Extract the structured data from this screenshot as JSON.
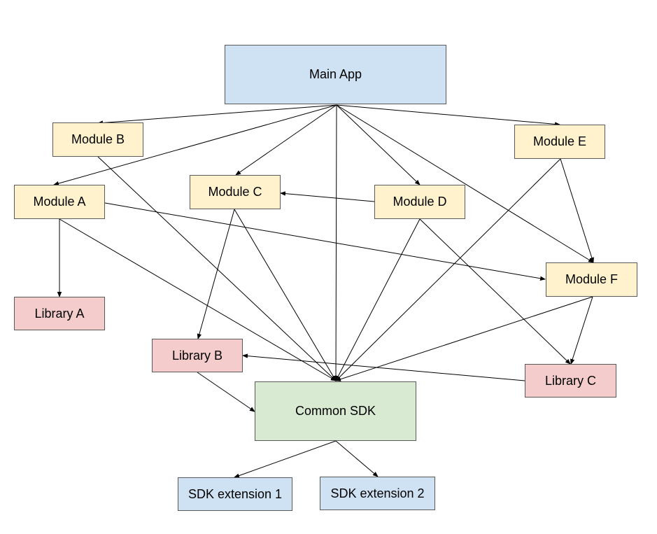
{
  "colors": {
    "app_and_extensions": "#cfe2f3",
    "module": "#fff2cc",
    "library": "#f4cccc",
    "common_sdk": "#d9ead3",
    "edge": "#000000",
    "border": "#595959"
  },
  "nodes": {
    "main_app": {
      "label": "Main App",
      "kind": "app_and_extensions"
    },
    "module_b": {
      "label": "Module B",
      "kind": "module"
    },
    "module_e": {
      "label": "Module E",
      "kind": "module"
    },
    "module_a": {
      "label": "Module A",
      "kind": "module"
    },
    "module_c": {
      "label": "Module C",
      "kind": "module"
    },
    "module_d": {
      "label": "Module D",
      "kind": "module"
    },
    "module_f": {
      "label": "Module F",
      "kind": "module"
    },
    "library_a": {
      "label": "Library A",
      "kind": "library"
    },
    "library_b": {
      "label": "Library B",
      "kind": "library"
    },
    "library_c": {
      "label": "Library C",
      "kind": "library"
    },
    "common_sdk": {
      "label": "Common SDK",
      "kind": "common_sdk"
    },
    "sdk_ext_1": {
      "label": "SDK extension 1",
      "kind": "app_and_extensions"
    },
    "sdk_ext_2": {
      "label": "SDK extension 2",
      "kind": "app_and_extensions"
    }
  },
  "edges": [
    {
      "from": "main_app",
      "to": "module_b"
    },
    {
      "from": "main_app",
      "to": "module_a"
    },
    {
      "from": "main_app",
      "to": "module_c"
    },
    {
      "from": "main_app",
      "to": "common_sdk"
    },
    {
      "from": "main_app",
      "to": "module_d"
    },
    {
      "from": "main_app",
      "to": "module_f"
    },
    {
      "from": "main_app",
      "to": "module_e"
    },
    {
      "from": "module_b",
      "to": "common_sdk"
    },
    {
      "from": "module_e",
      "to": "common_sdk"
    },
    {
      "from": "module_e",
      "to": "module_f"
    },
    {
      "from": "module_a",
      "to": "library_a"
    },
    {
      "from": "module_a",
      "to": "common_sdk"
    },
    {
      "from": "module_a",
      "to": "module_f"
    },
    {
      "from": "module_d",
      "to": "module_c"
    },
    {
      "from": "module_c",
      "to": "library_b"
    },
    {
      "from": "module_c",
      "to": "common_sdk"
    },
    {
      "from": "module_d",
      "to": "common_sdk"
    },
    {
      "from": "module_d",
      "to": "library_c"
    },
    {
      "from": "module_f",
      "to": "common_sdk"
    },
    {
      "from": "module_f",
      "to": "library_c"
    },
    {
      "from": "library_c",
      "to": "library_b"
    },
    {
      "from": "library_b",
      "to": "common_sdk"
    },
    {
      "from": "common_sdk",
      "to": "sdk_ext_1"
    },
    {
      "from": "common_sdk",
      "to": "sdk_ext_2"
    }
  ]
}
